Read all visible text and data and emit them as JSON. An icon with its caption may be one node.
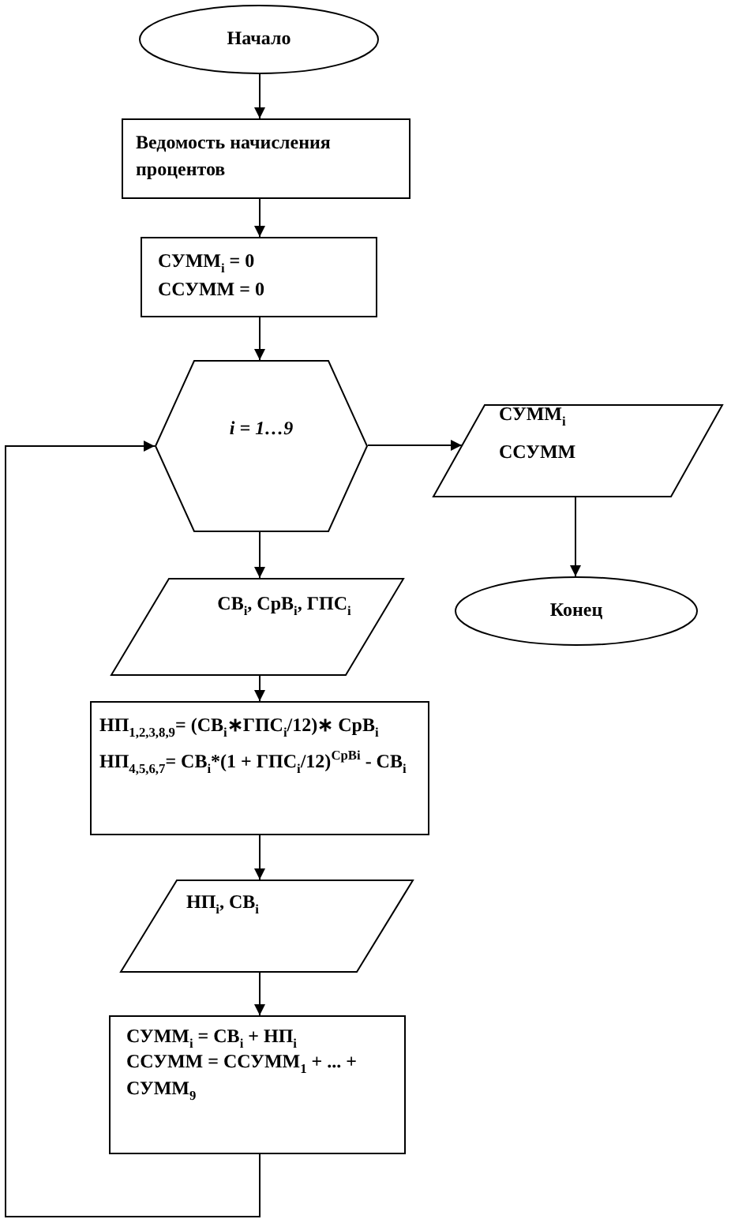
{
  "diagram": {
    "nodes": [
      {
        "text": [
          "Начало"
        ]
      },
      {
        "text": [
          "Ведомость начисления процентов"
        ]
      },
      {
        "text": [
          "СУММ$_{i}$ = 0",
          "ССУММ = 0"
        ]
      },
      {
        "text": [
          "i = 1…9"
        ]
      },
      {
        "text": [
          "СУММ$_{i}$",
          "ССУММ"
        ]
      },
      {
        "text": [
          "Конец"
        ]
      },
      {
        "text": [
          "СВ$_{i}$, СрВ$_{i}$, ГПС$_{i}$"
        ]
      },
      {
        "text": [
          "НП$_{1,2,3,8,9}$= (СВ$_{i}$∗ГПС$_{i}$/12)∗ СрВ$_{i}$",
          "НП$_{4,5,6,7}$= СВ$_{i}$*(1 + ГПС$_{i}$/12)$^{СрВi}$ - СВ$_{i}$"
        ]
      },
      {
        "text": [
          "НП$_{i}$, СВ$_{i}$"
        ]
      },
      {
        "text": [
          "СУММ$_{i}$ = СВ$_{i}$ + НП$_{i}$",
          "ССУММ = ССУММ$_{1}$ + ... + СУММ$_{9}$"
        ]
      }
    ],
    "edges": [
      {
        "from": 0,
        "to": 1,
        "arrow": "to"
      },
      {
        "from": 1,
        "to": 2,
        "arrow": "to"
      },
      {
        "from": 2,
        "to": 3,
        "arrow": "to"
      },
      {
        "from": 3,
        "to": 4,
        "arrow": "to"
      },
      {
        "from": 4,
        "to": 5,
        "arrow": "to"
      },
      {
        "from": 3,
        "to": 6,
        "arrow": "to"
      },
      {
        "from": 6,
        "to": 7,
        "arrow": "to"
      },
      {
        "from": 7,
        "to": 8,
        "arrow": "to"
      },
      {
        "from": 8,
        "to": 9,
        "arrow": "to"
      },
      {
        "from": 9,
        "to": 3,
        "arrow": "to"
      }
    ]
  }
}
